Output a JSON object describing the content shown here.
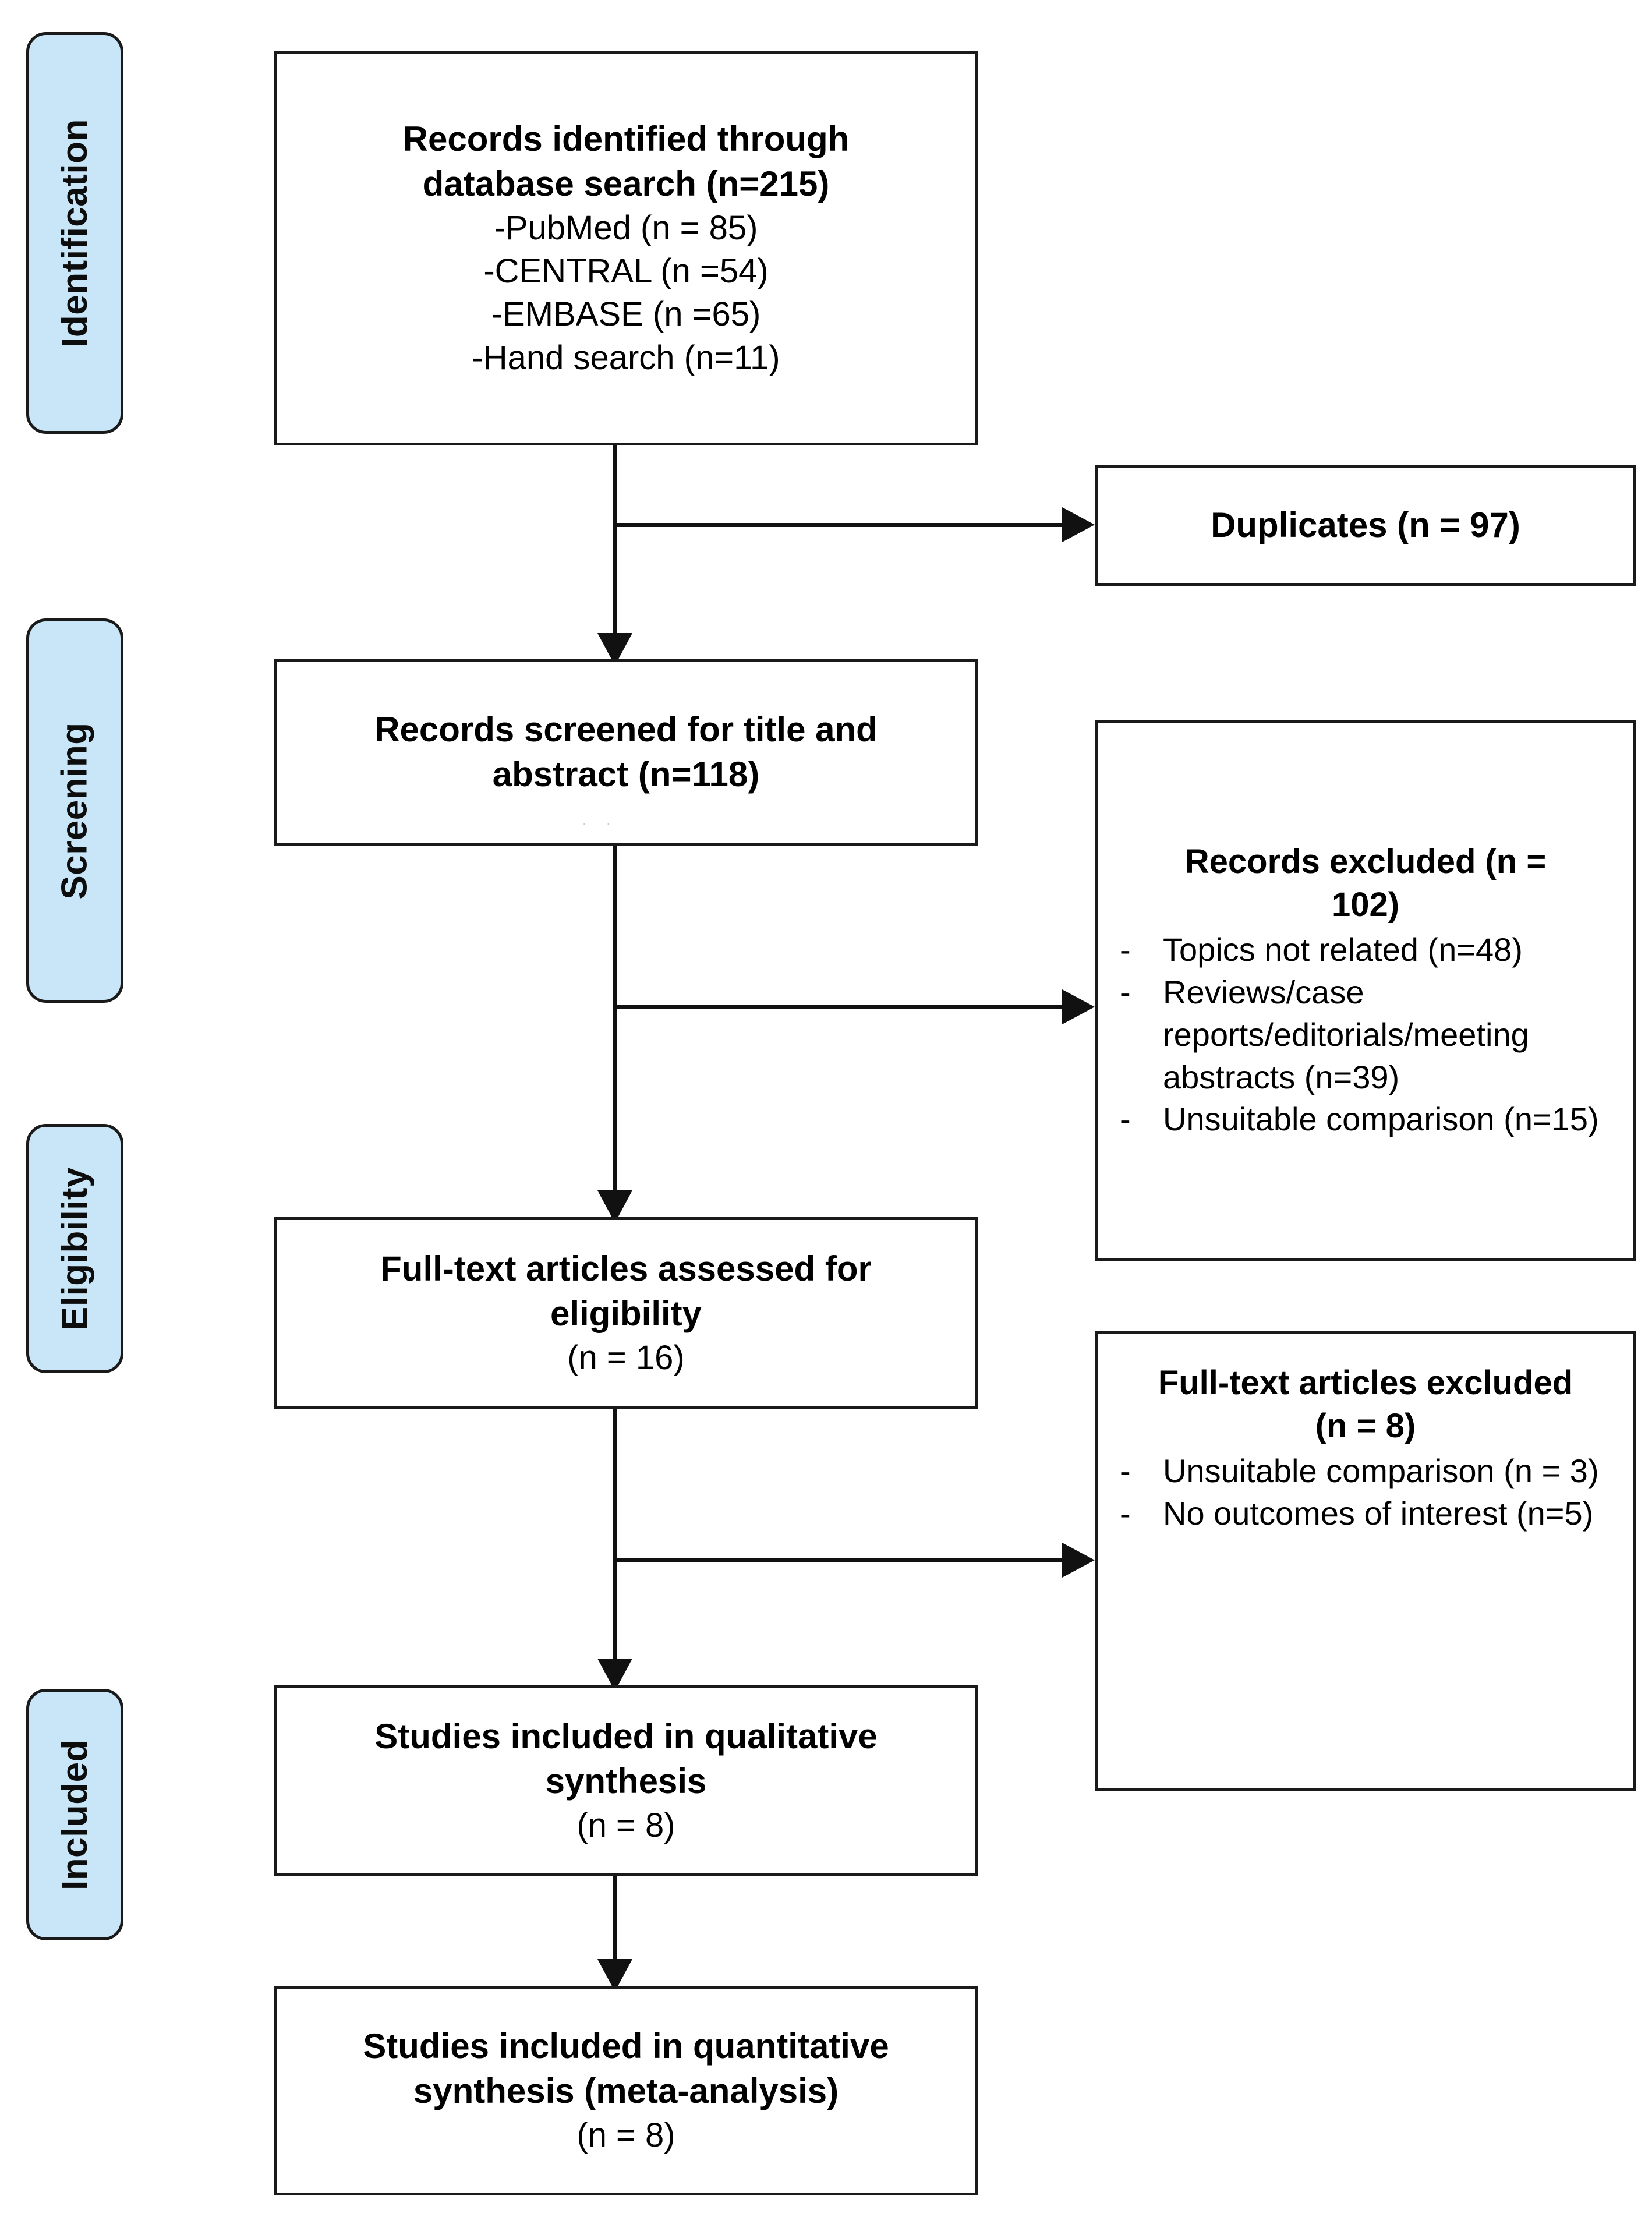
{
  "diagram": {
    "title": "PRISMA study selection flow diagram",
    "accent_color": "#c8e6f8",
    "line_color": "#111111"
  },
  "stages": [
    {
      "id": "identification",
      "label": "Identification"
    },
    {
      "id": "screening",
      "label": "Screening"
    },
    {
      "id": "eligibility",
      "label": "Eligibility"
    },
    {
      "id": "included",
      "label": "Included"
    }
  ],
  "boxes": {
    "identified": {
      "heading_line1": "Records identified through",
      "heading_line2": "database search (n=215)",
      "sources": [
        "-PubMed (n = 85)",
        "-CENTRAL (n =54)",
        "-EMBASE (n =65)",
        "-Hand search (n=11)"
      ]
    },
    "duplicates": {
      "label": "Duplicates (n = 97)"
    },
    "screened": {
      "line1": "Records screened for title and",
      "line2": "abstract (n=118)"
    },
    "records_excluded": {
      "heading_line1": "Records excluded (n =",
      "heading_line2": "102)",
      "reasons": [
        {
          "dash": "-",
          "text": "Topics not related (n=48)"
        },
        {
          "dash": "-",
          "text": "Reviews/case reports/editorials/meeting abstracts (n=39)"
        },
        {
          "dash": "-",
          "text": "Unsuitable comparison (n=15)"
        }
      ]
    },
    "fulltext_assessed": {
      "line1": "Full-text articles assessed for",
      "line2": "eligibility",
      "line3": "(n = 16)"
    },
    "fulltext_excluded": {
      "heading_line1": "Full-text articles excluded",
      "heading_line2": "(n = 8)",
      "reasons": [
        {
          "dash": "-",
          "text": "Unsuitable comparison (n = 3)"
        },
        {
          "dash": "-",
          "text": "No outcomes of interest (n=5)"
        }
      ]
    },
    "qualitative": {
      "line1": "Studies included in qualitative",
      "line2": "synthesis",
      "line3": "(n = 8)"
    },
    "quantitative": {
      "line1": "Studies included in quantitative",
      "line2": "synthesis (meta-analysis)",
      "line3": "(n = 8)"
    }
  },
  "counts": {
    "identified_total": 215,
    "pubmed": 85,
    "central": 54,
    "embase": 65,
    "hand_search": 11,
    "duplicates": 97,
    "screened": 118,
    "records_excluded": 102,
    "excluded_topics_not_related": 48,
    "excluded_reviews_case_reports": 39,
    "excluded_unsuitable_comparison": 15,
    "fulltext_assessed": 16,
    "fulltext_excluded": 8,
    "fulltext_excluded_unsuitable_comparison": 3,
    "fulltext_excluded_no_outcomes": 5,
    "qualitative_included": 8,
    "quantitative_included": 8
  }
}
